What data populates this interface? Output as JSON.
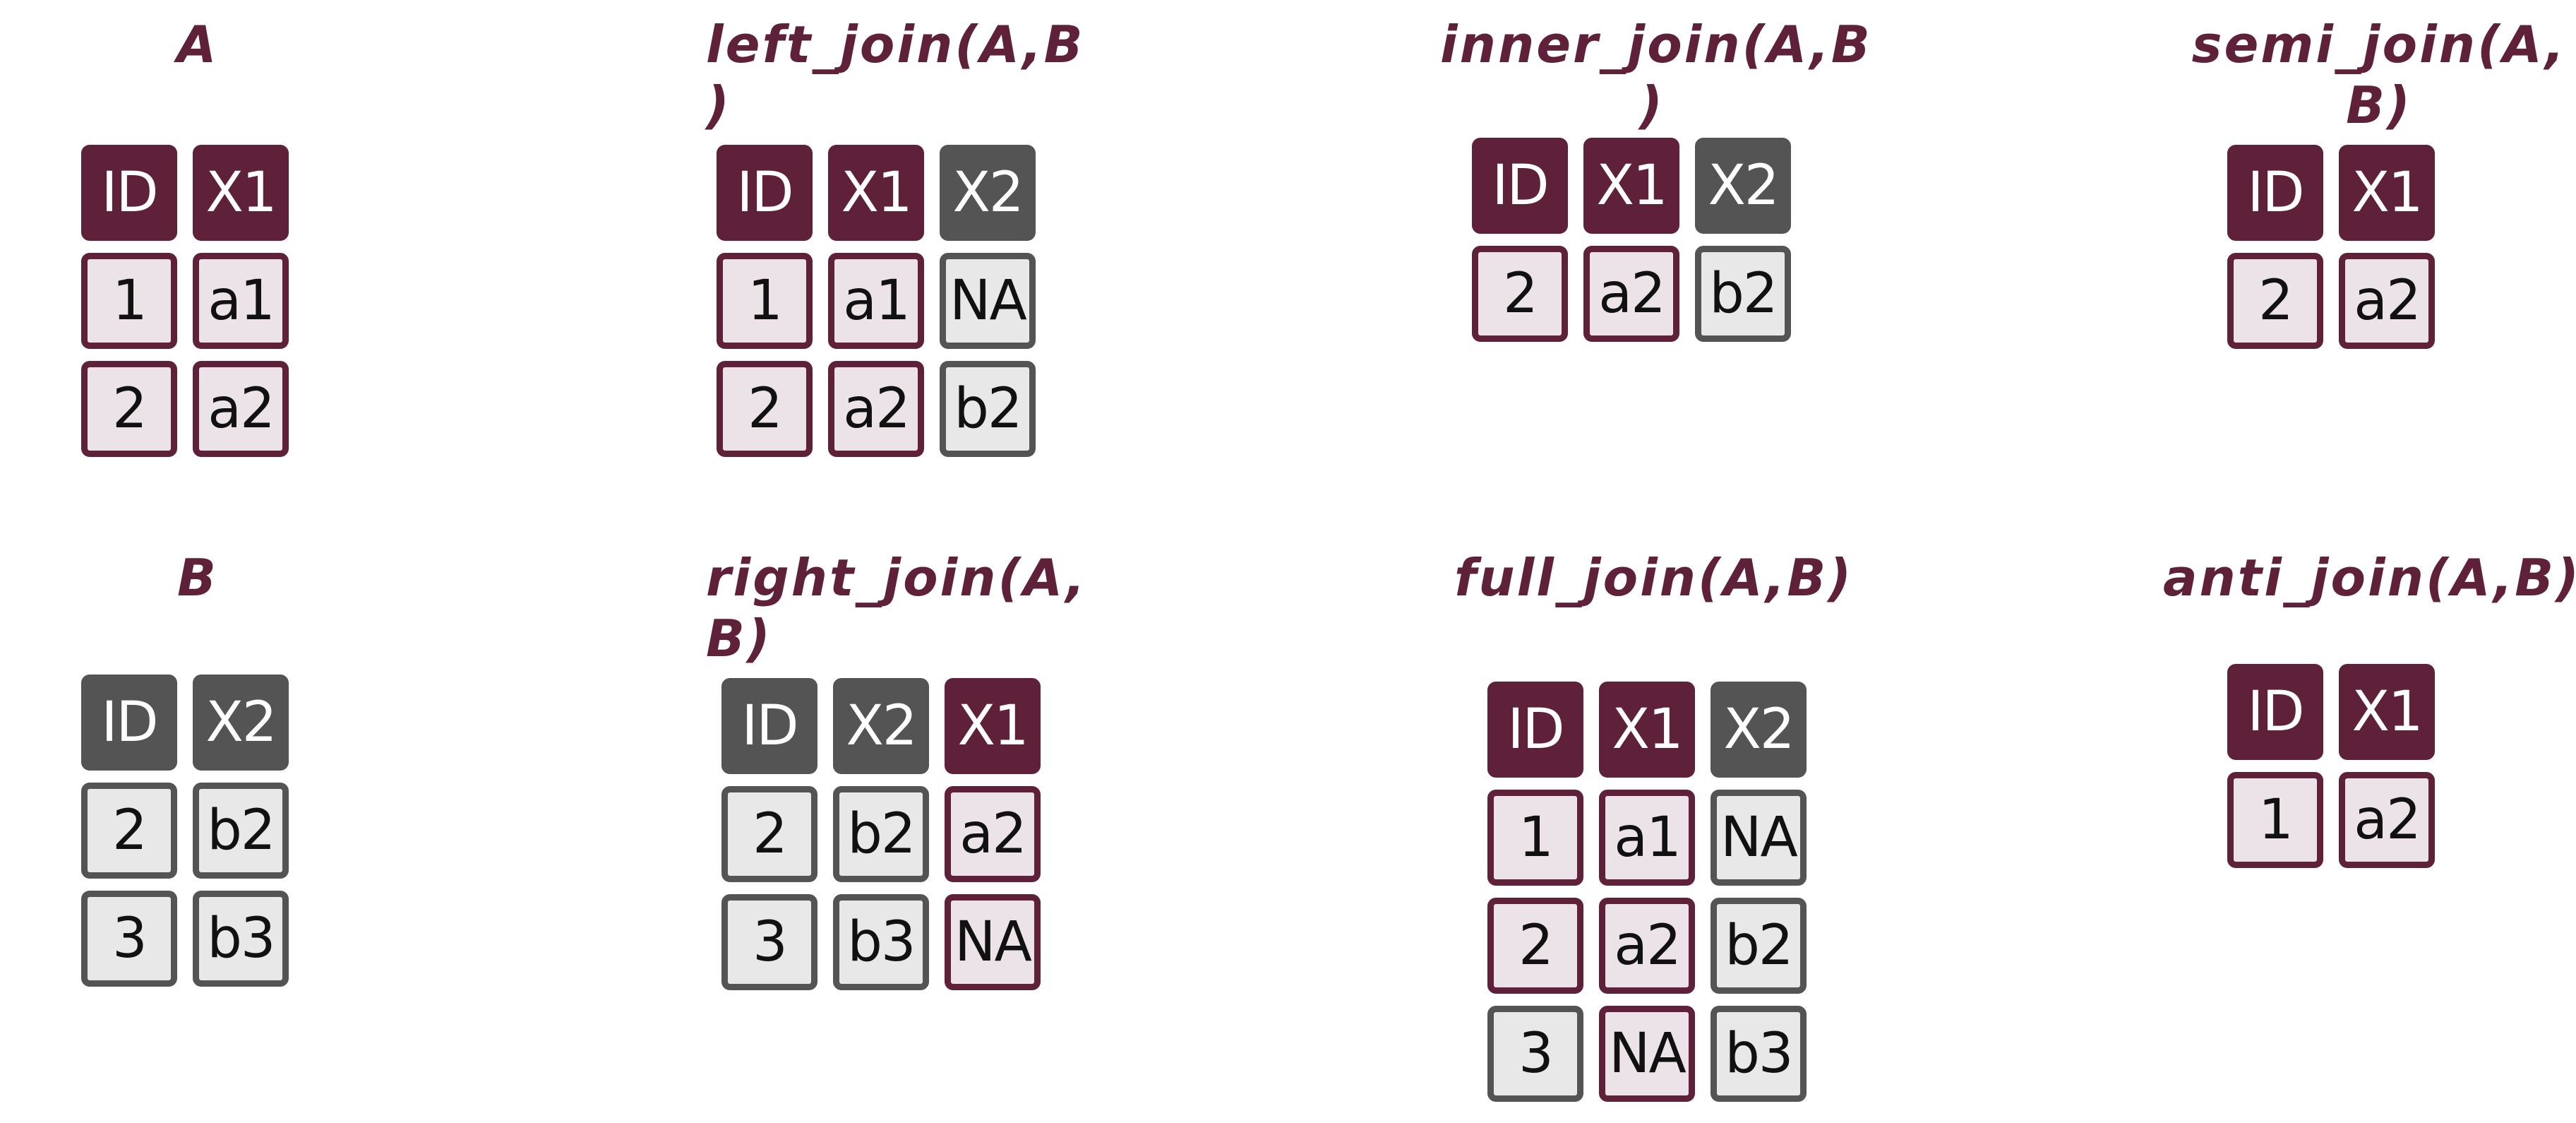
{
  "colors": {
    "a_color": "#5f2139",
    "b_color": "#545454",
    "a_fill": "#ebe3e7",
    "b_fill": "#e8e8e8"
  },
  "tables": [
    {
      "id": "a",
      "title": "A",
      "columns": [
        {
          "name": "ID",
          "src": "A"
        },
        {
          "name": "X1",
          "src": "A"
        }
      ],
      "rows": [
        [
          {
            "v": "1",
            "src": "A"
          },
          {
            "v": "a1",
            "src": "A"
          }
        ],
        [
          {
            "v": "2",
            "src": "A"
          },
          {
            "v": "a2",
            "src": "A"
          }
        ]
      ]
    },
    {
      "id": "left-join",
      "title": "left_join(A,B\n)",
      "columns": [
        {
          "name": "ID",
          "src": "A"
        },
        {
          "name": "X1",
          "src": "A"
        },
        {
          "name": "X2",
          "src": "B"
        }
      ],
      "rows": [
        [
          {
            "v": "1",
            "src": "A"
          },
          {
            "v": "a1",
            "src": "A"
          },
          {
            "v": "NA",
            "src": "B"
          }
        ],
        [
          {
            "v": "2",
            "src": "A"
          },
          {
            "v": "a2",
            "src": "A"
          },
          {
            "v": "b2",
            "src": "B"
          }
        ]
      ]
    },
    {
      "id": "inner-join",
      "title": "inner_join(A,B\n)",
      "columns": [
        {
          "name": "ID",
          "src": "A"
        },
        {
          "name": "X1",
          "src": "A"
        },
        {
          "name": "X2",
          "src": "B"
        }
      ],
      "rows": [
        [
          {
            "v": "2",
            "src": "A"
          },
          {
            "v": "a2",
            "src": "A"
          },
          {
            "v": "b2",
            "src": "B"
          }
        ]
      ]
    },
    {
      "id": "semi-join",
      "title": "semi_join(A,\nB)",
      "columns": [
        {
          "name": "ID",
          "src": "A"
        },
        {
          "name": "X1",
          "src": "A"
        }
      ],
      "rows": [
        [
          {
            "v": "2",
            "src": "A"
          },
          {
            "v": "a2",
            "src": "A"
          }
        ]
      ]
    },
    {
      "id": "b",
      "title": "B",
      "columns": [
        {
          "name": "ID",
          "src": "B"
        },
        {
          "name": "X2",
          "src": "B"
        }
      ],
      "rows": [
        [
          {
            "v": "2",
            "src": "B"
          },
          {
            "v": "b2",
            "src": "B"
          }
        ],
        [
          {
            "v": "3",
            "src": "B"
          },
          {
            "v": "b3",
            "src": "B"
          }
        ]
      ]
    },
    {
      "id": "right-join",
      "title": "right_join(A,\nB)",
      "columns": [
        {
          "name": "ID",
          "src": "B"
        },
        {
          "name": "X2",
          "src": "B"
        },
        {
          "name": "X1",
          "src": "A"
        }
      ],
      "rows": [
        [
          {
            "v": "2",
            "src": "B"
          },
          {
            "v": "b2",
            "src": "B"
          },
          {
            "v": "a2",
            "src": "A"
          }
        ],
        [
          {
            "v": "3",
            "src": "B"
          },
          {
            "v": "b3",
            "src": "B"
          },
          {
            "v": "NA",
            "src": "A"
          }
        ]
      ]
    },
    {
      "id": "full-join",
      "title": "full_join(A,B)",
      "columns": [
        {
          "name": "ID",
          "src": "A"
        },
        {
          "name": "X1",
          "src": "A"
        },
        {
          "name": "X2",
          "src": "B"
        }
      ],
      "rows": [
        [
          {
            "v": "1",
            "src": "A"
          },
          {
            "v": "a1",
            "src": "A"
          },
          {
            "v": "NA",
            "src": "B"
          }
        ],
        [
          {
            "v": "2",
            "src": "A"
          },
          {
            "v": "a2",
            "src": "A"
          },
          {
            "v": "b2",
            "src": "B"
          }
        ],
        [
          {
            "v": "3",
            "src": "B"
          },
          {
            "v": "NA",
            "src": "A"
          },
          {
            "v": "b3",
            "src": "B"
          }
        ]
      ]
    },
    {
      "id": "anti-join",
      "title": "anti_join(A,B)",
      "columns": [
        {
          "name": "ID",
          "src": "A"
        },
        {
          "name": "X1",
          "src": "A"
        }
      ],
      "rows": [
        [
          {
            "v": "1",
            "src": "A"
          },
          {
            "v": "a2",
            "src": "A"
          }
        ]
      ]
    }
  ]
}
